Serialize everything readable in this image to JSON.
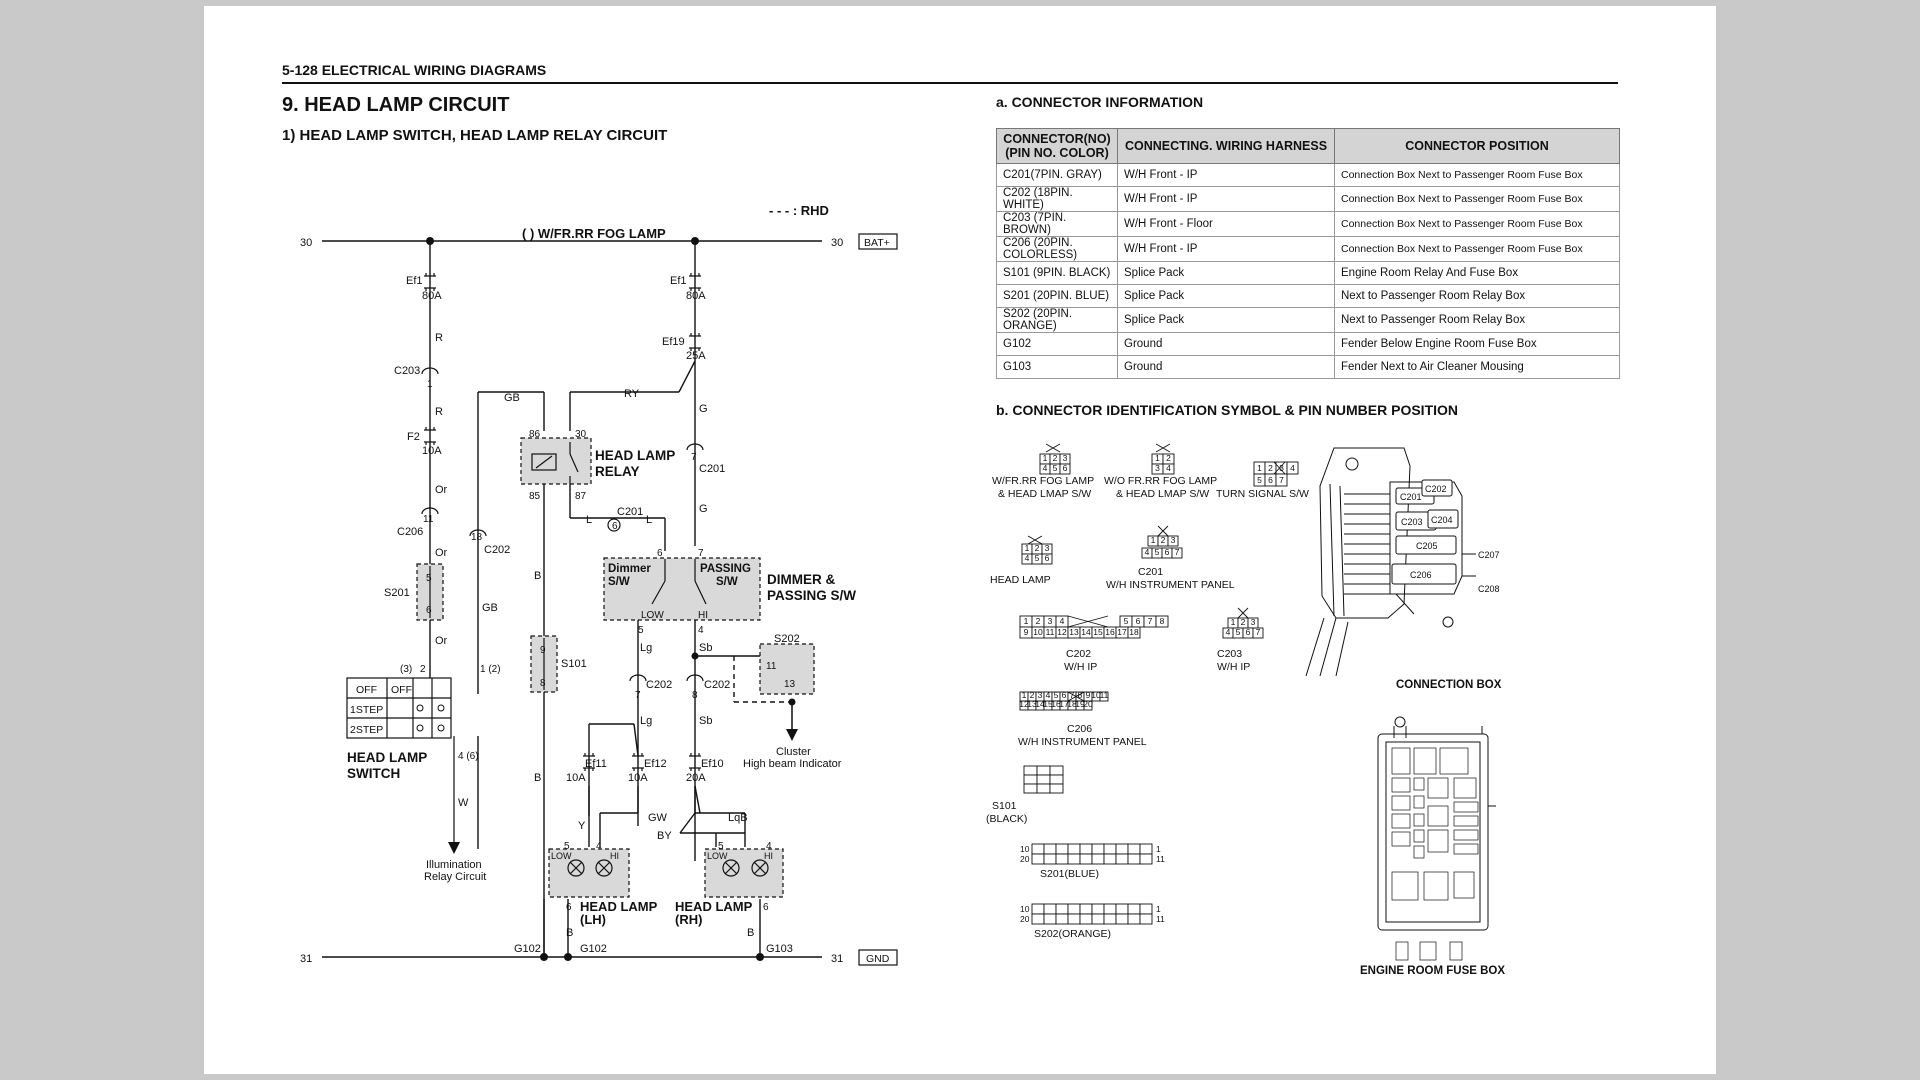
{
  "header": {
    "page_ref": "5-128  ELECTRICAL WIRING DIAGRAMS"
  },
  "title": "9.  HEAD LAMP CIRCUIT",
  "subtitle": "1)  HEAD LAMP SWITCH, HEAD LAMP RELAY CIRCUIT",
  "diagram": {
    "rhd_note": "- - - : RHD",
    "top_bus_label": "(   ) W/FR.RR FOG LAMP",
    "bus_30_left": "30",
    "bus_30_right": "30",
    "bat_box": "BAT+",
    "bus_31_left": "31",
    "bus_31_right": "31",
    "gnd_box": "GND",
    "ef1_left": "Ef1",
    "ef1_left_amp": "80A",
    "ef1_right": "Ef1",
    "ef1_right_amp": "80A",
    "ef19": "Ef19",
    "ef19_amp": "25A",
    "wire_r1": "R",
    "wire_r2": "R",
    "c203": "C203",
    "c203_pin": "1",
    "f2": "F2",
    "f2_amp": "10A",
    "wire_or1": "Or",
    "wire_or2": "Or",
    "wire_or3": "Or",
    "c206": "C206",
    "c206_pin": "11",
    "s201": "S201",
    "s201_pin_a": "5",
    "s201_pin_b": "6",
    "wire_gb1": "GB",
    "wire_gb2": "GB",
    "c202_18": "18",
    "c202_label": "C202",
    "wire_ry": "RY",
    "wire_g1": "G",
    "wire_g2": "G",
    "relay_pin86": "86",
    "relay_pin30": "30",
    "relay_pin85": "85",
    "relay_pin87": "87",
    "relay_label1": "HEAD LAMP",
    "relay_label2": "RELAY",
    "c201_top": "C201",
    "c201_top_pin": "7",
    "c201_mid": "C201",
    "c201_mid_pin": "6",
    "wire_l1": "L",
    "wire_l2": "L",
    "dimmer_sw": "Dimmer",
    "dimmer_sw2": "S/W",
    "passing_sw": "PASSING",
    "passing_sw2": "S/W",
    "dimmer_label1": "DIMMER &",
    "dimmer_label2": "PASSING S/W",
    "sw_pin6": "6",
    "sw_pin7": "7",
    "sw_low": "LOW",
    "sw_hi": "HI",
    "sw_pin5": "5",
    "sw_pin4": "4",
    "wire_lg1": "Lg",
    "wire_lg2": "Lg",
    "wire_sb1": "Sb",
    "wire_sb2": "Sb",
    "c202_7": "7",
    "c202_b": "C202",
    "c202_8": "8",
    "c202_c": "C202",
    "s202": "S202",
    "s202_pin11": "11",
    "s202_pin13": "13",
    "cluster1": "Cluster",
    "cluster2": "High beam Indicator",
    "wire_b1": "B",
    "wire_b2": "B",
    "wire_b3": "B",
    "wire_b4": "B",
    "s101": "S101",
    "s101_pin9": "9",
    "s101_pin8": "8",
    "switch_off": "OFF",
    "switch_off2": "OFF",
    "switch_1step": "1STEP",
    "switch_2step": "2STEP",
    "switch_pin3": "(3)",
    "switch_pin2": "2",
    "switch_pin1": "1 (2)",
    "switch_pin4": "4 (6)",
    "switch_label1": "HEAD LAMP",
    "switch_label2": "SWITCH",
    "wire_w": "W",
    "illum1": "Illumination",
    "illum2": "Relay Circuit",
    "ef11": "Ef11",
    "ef11_amp": "10A",
    "ef12": "Ef12",
    "ef12_amp": "10A",
    "ef10": "Ef10",
    "ef10_amp": "20A",
    "wire_y": "Y",
    "wire_gw": "GW",
    "wire_lqb": "LqB",
    "wire_by": "BY",
    "lh_pin5": "5",
    "lh_pin4": "4",
    "lh_low": "LOW",
    "lh_hi": "HI",
    "lh_pin6": "6",
    "rh_pin5": "5",
    "rh_pin4": "4",
    "rh_low": "LOW",
    "rh_hi": "HI",
    "rh_pin6": "6",
    "lh_label1": "HEAD LAMP",
    "lh_label2": "(LH)",
    "rh_label1": "HEAD LAMP",
    "rh_label2": "(RH)",
    "g102_a": "G102",
    "g102_b": "G102",
    "g103": "G103"
  },
  "section_a": {
    "title": "a. CONNECTOR INFORMATION",
    "headers": [
      "CONNECTOR(NO)\n(PIN NO. COLOR)",
      "CONNECTING. WIRING HARNESS",
      "CONNECTOR POSITION"
    ],
    "rows": [
      [
        "C201(7PIN. GRAY)",
        "W/H Front -  IP",
        "Connection Box Next to Passenger Room Fuse Box"
      ],
      [
        "C202 (18PIN. WHITE)",
        "W/H Front -  IP",
        "Connection Box Next to Passenger Room Fuse Box"
      ],
      [
        "C203 (7PIN. BROWN)",
        "W/H Front -  Floor",
        "Connection Box Next to Passenger Room Fuse Box"
      ],
      [
        "C206 (20PIN. COLORLESS)",
        "W/H Front -  IP",
        "Connection Box Next to Passenger Room Fuse Box"
      ],
      [
        "S101 (9PIN. BLACK)",
        "Splice Pack",
        "Engine Room Relay And Fuse Box"
      ],
      [
        "S201 (20PIN. BLUE)",
        "Splice Pack",
        "Next to Passenger Room Relay Box"
      ],
      [
        "S202 (20PIN. ORANGE)",
        "Splice Pack",
        "Next to Passenger Room Relay Box"
      ],
      [
        "G102",
        "Ground",
        "Fender Below Engine Room Fuse Box"
      ],
      [
        "G103",
        "Ground",
        "Fender Next to Air Cleaner Mousing"
      ]
    ]
  },
  "section_b": {
    "title": "b. CONNECTOR IDENTIFICATION SYMBOL & PIN NUMBER POSITION",
    "fog_label1": "W/FR.RR FOG LAMP",
    "fog_label2": "& HEAD LMAP S/W",
    "nofog_label1": "W/O FR.RR FOG LAMP",
    "nofog_label2": "& HEAD LMAP S/W",
    "turn_label": "TURN SIGNAL S/W",
    "head_lamp_label": "HEAD LAMP",
    "c201_label1": "C201",
    "c201_label2": "W/H INSTRUMENT PANEL",
    "c202_label1": "C202",
    "c202_label2": "W/H IP",
    "c203_label1": "C203",
    "c203_label2": "W/H IP",
    "c206_label1": "C206",
    "c206_label2": "W/H INSTRUMENT PANEL",
    "s101_label1": "S101",
    "s101_label2": "(BLACK)",
    "s201_label": "S201(BLUE)",
    "s202_label": "S202(ORANGE)",
    "cbox_label": "CONNECTION BOX",
    "cbox_c201": "C201",
    "cbox_c202": "C202",
    "cbox_c203": "C203",
    "cbox_c204": "C204",
    "cbox_c205": "C205",
    "cbox_c206": "C206",
    "cbox_c207": "C207",
    "cbox_c208": "C208",
    "erfb_label": "ENGINE ROOM FUSE BOX",
    "pins_3x2": [
      "1",
      "2",
      "3",
      "4",
      "5",
      "6"
    ],
    "pins_2x2": [
      "1",
      "2",
      "3",
      "4"
    ],
    "pins_turn": [
      "1",
      "2",
      "3",
      "4",
      "5",
      "6",
      "7"
    ],
    "pins_c201": [
      "1",
      "2",
      "3",
      "4",
      "5",
      "6",
      "7"
    ],
    "pins_c202_top": [
      "1",
      "2",
      "3",
      "4",
      "5",
      "6",
      "7",
      "8"
    ],
    "pins_c202_bot": [
      "9",
      "10",
      "11",
      "12",
      "13",
      "14",
      "15",
      "16",
      "17",
      "18"
    ],
    "pins_c206_top": [
      "1",
      "2",
      "3",
      "4",
      "5",
      "6",
      "7",
      "8",
      "9",
      "10",
      "11"
    ],
    "pins_c206_bot": [
      "12",
      "13",
      "14",
      "15",
      "16",
      "17",
      "18",
      "19",
      "20"
    ],
    "splice_10": "10",
    "splice_20": "20",
    "splice_1": "1",
    "splice_11": "11"
  }
}
